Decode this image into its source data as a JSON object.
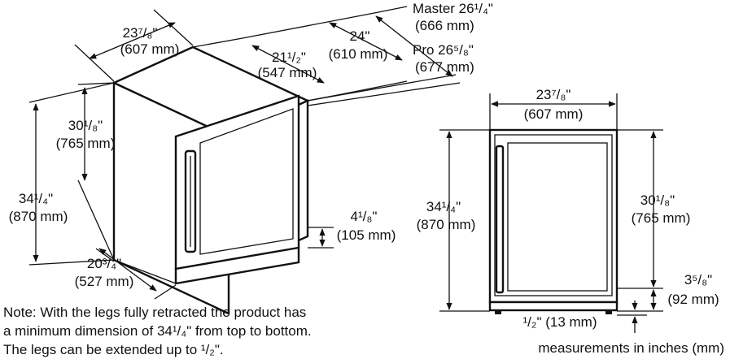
{
  "labels": {
    "top_width_in": "23⁷/₈\"",
    "top_width_mm": "(607 mm)",
    "inner_depth_in": "21¹/₂\"",
    "inner_depth_mm": "(547 mm)",
    "depth_24_in": "24\"",
    "depth_24_mm": "(610 mm)",
    "master_in": "Master 26¹/₄\"",
    "master_mm": "(666 mm)",
    "pro_in": "Pro 26⁵/₈\"",
    "pro_mm": "(677 mm)",
    "cab_height_in": "30¹/₈\"",
    "cab_height_mm": "(765 mm)",
    "total_height_in": "34¹/₄\"",
    "total_height_mm": "(870 mm)",
    "toe_in": "4¹/₈\"",
    "toe_mm": "(105 mm)",
    "bottom_depth_in": "20³/₄\"",
    "bottom_depth_mm": "(527 mm)",
    "front_width_in": "23⁷/₈\"",
    "front_width_mm": "(607 mm)",
    "front_total_in": "34¹/₄\"",
    "front_total_mm": "(870 mm)",
    "front_cab_in": "30¹/₈\"",
    "front_cab_mm": "(765 mm)",
    "front_base_in": "3⁵/₈\"",
    "front_base_mm": "(92 mm)",
    "leg_in": "¹/₂\" (13 mm)",
    "units_note": "measurements in inches (mm)"
  },
  "note": {
    "line1": "Note: With the legs fully retracted the product has",
    "line2": "a minimum dimension of 34¹/₄\" from top to bottom.",
    "line3": "The legs can be extended up to  ¹/₂\"."
  }
}
